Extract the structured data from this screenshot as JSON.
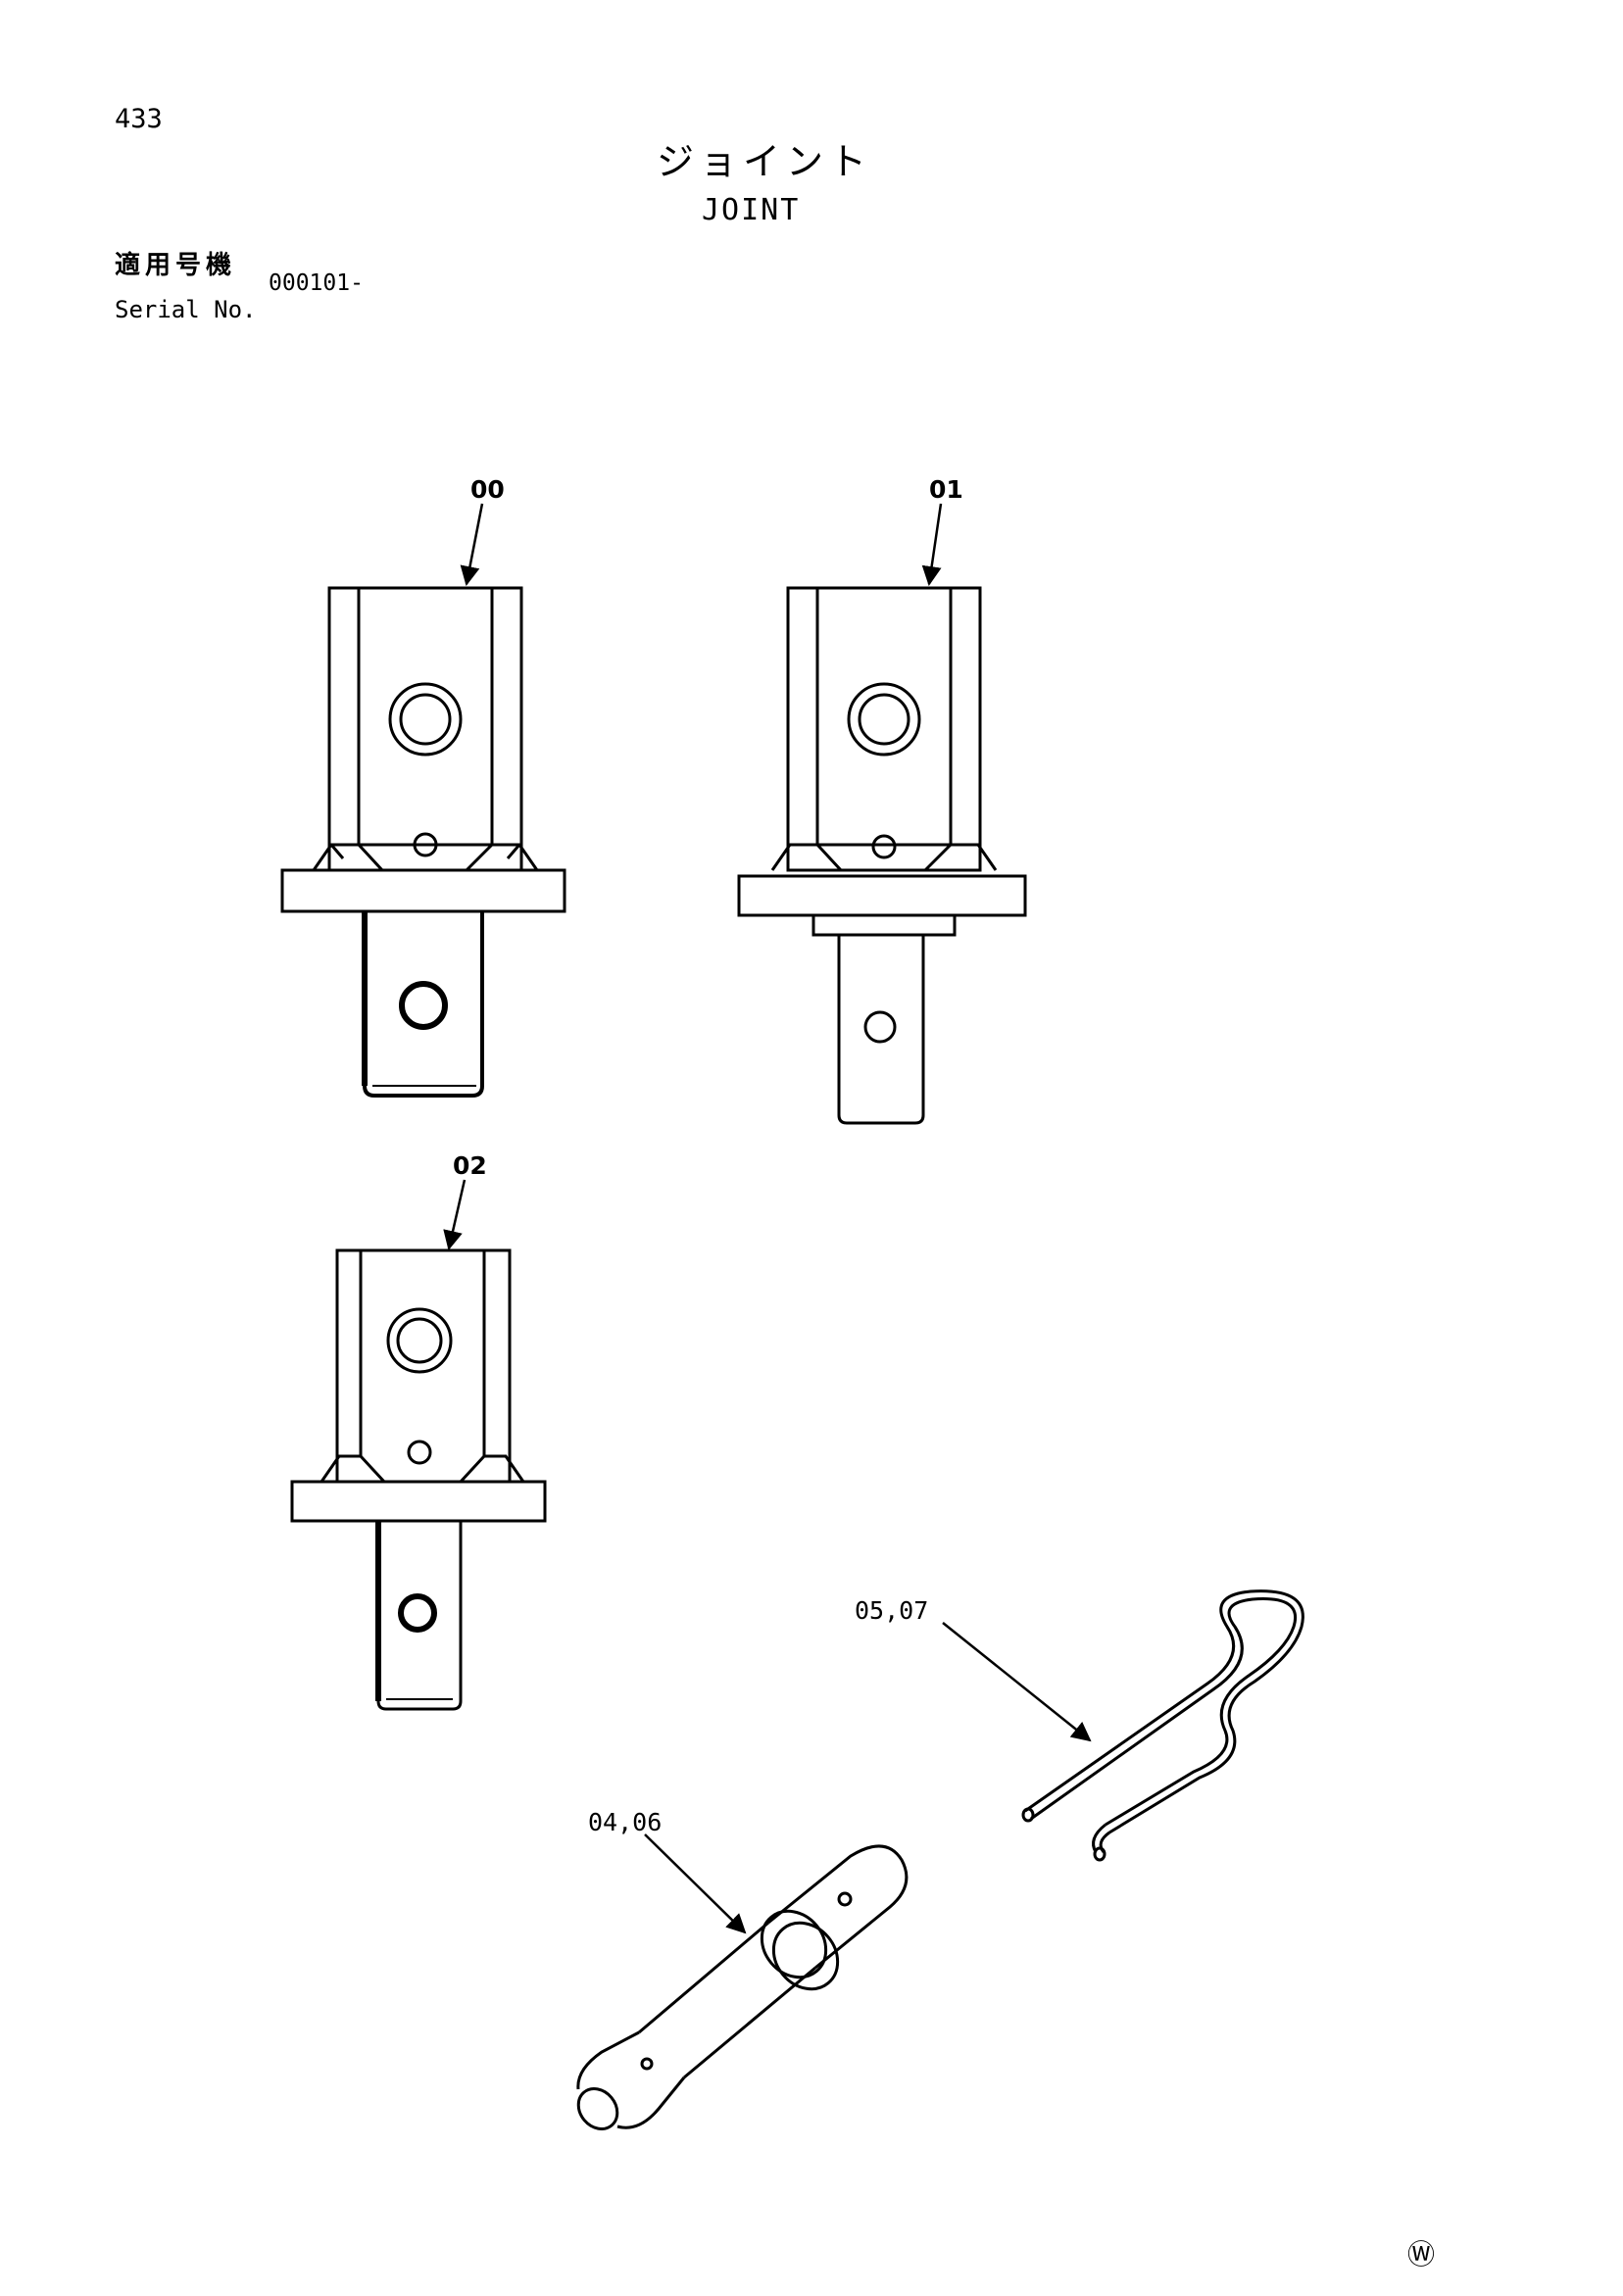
{
  "page": {
    "page_number": "433",
    "title_jp": "ジョイント",
    "title_en": "JOINT",
    "serial_label_jp": "適用号機",
    "serial_label_en": "Serial No.",
    "serial_value": "000101-"
  },
  "callouts": {
    "part_00": "00",
    "part_01": "01",
    "part_02": "02",
    "part_05_07": "05,07",
    "part_04_06": "04,06"
  },
  "footer": {
    "mark": "Ⓦ"
  }
}
